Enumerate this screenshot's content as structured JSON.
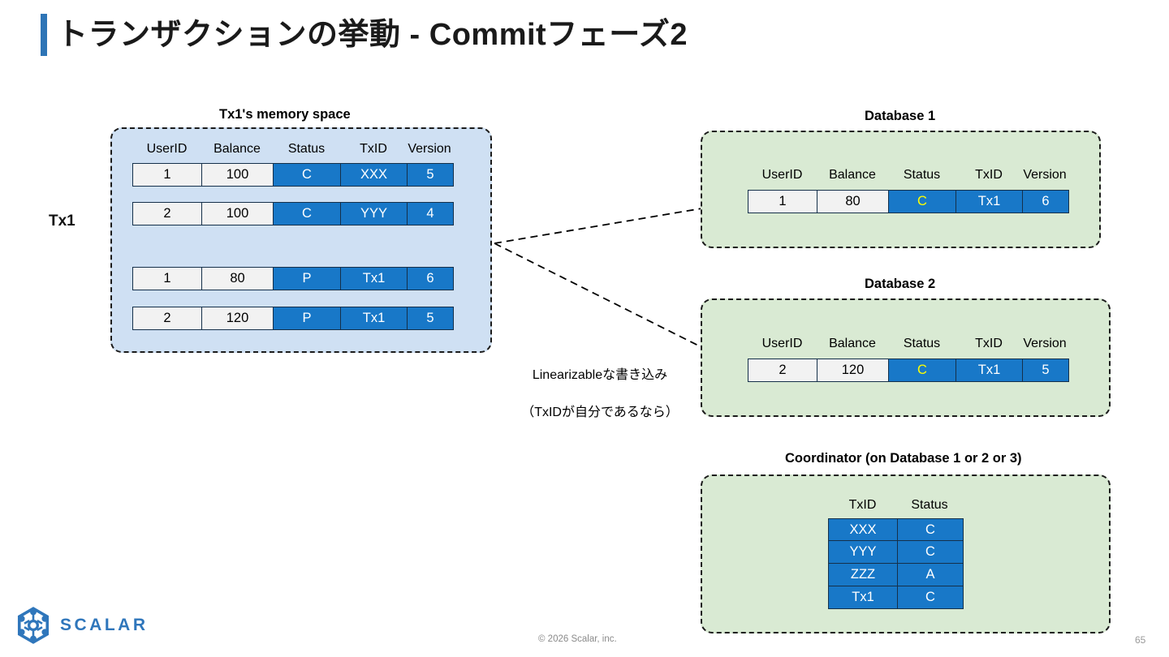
{
  "slide": {
    "title": "トランザクションの挙動 - Commitフェーズ2",
    "page_number": "65",
    "copyright": "© 2026 Scalar, inc.",
    "logo_text": "SCALAR",
    "accent_color": "#2e75b6"
  },
  "colors": {
    "blue_cell": "#1878c8",
    "light_cell": "#f2f2f2",
    "memory_bg": "#cfe0f3",
    "db_bg": "#d9ead3",
    "highlight_text": "#ffff00",
    "logo_blue": "#2f76bb"
  },
  "memory_space": {
    "caption": "Tx1's memory space",
    "actor_label": "Tx1",
    "headers": [
      "UserID",
      "Balance",
      "Status",
      "TxID",
      "Version"
    ],
    "rows": [
      {
        "userid": "1",
        "balance": "100",
        "status": "C",
        "txid": "XXX",
        "version": "5",
        "highlight": false
      },
      {
        "userid": "2",
        "balance": "100",
        "status": "C",
        "txid": "YYY",
        "version": "4",
        "highlight": false
      },
      {
        "userid": "1",
        "balance": "80",
        "status": "P",
        "txid": "Tx1",
        "version": "6",
        "highlight": false
      },
      {
        "userid": "2",
        "balance": "120",
        "status": "P",
        "txid": "Tx1",
        "version": "5",
        "highlight": false
      }
    ]
  },
  "annotation": {
    "line1": "Linearizableな書き込み",
    "line2": "（TxIDが自分であるなら）"
  },
  "database1": {
    "caption": "Database 1",
    "headers": [
      "UserID",
      "Balance",
      "Status",
      "TxID",
      "Version"
    ],
    "rows": [
      {
        "userid": "1",
        "balance": "80",
        "status": "C",
        "txid": "Tx1",
        "version": "6",
        "highlight": true
      }
    ]
  },
  "database2": {
    "caption": "Database 2",
    "headers": [
      "UserID",
      "Balance",
      "Status",
      "TxID",
      "Version"
    ],
    "rows": [
      {
        "userid": "2",
        "balance": "120",
        "status": "C",
        "txid": "Tx1",
        "version": "5",
        "highlight": true
      }
    ]
  },
  "coordinator": {
    "caption": "Coordinator (on Database 1 or 2 or 3)",
    "headers": [
      "TxID",
      "Status"
    ],
    "rows": [
      {
        "txid": "XXX",
        "status": "C"
      },
      {
        "txid": "YYY",
        "status": "C"
      },
      {
        "txid": "ZZZ",
        "status": "A"
      },
      {
        "txid": "Tx1",
        "status": "C"
      }
    ]
  }
}
